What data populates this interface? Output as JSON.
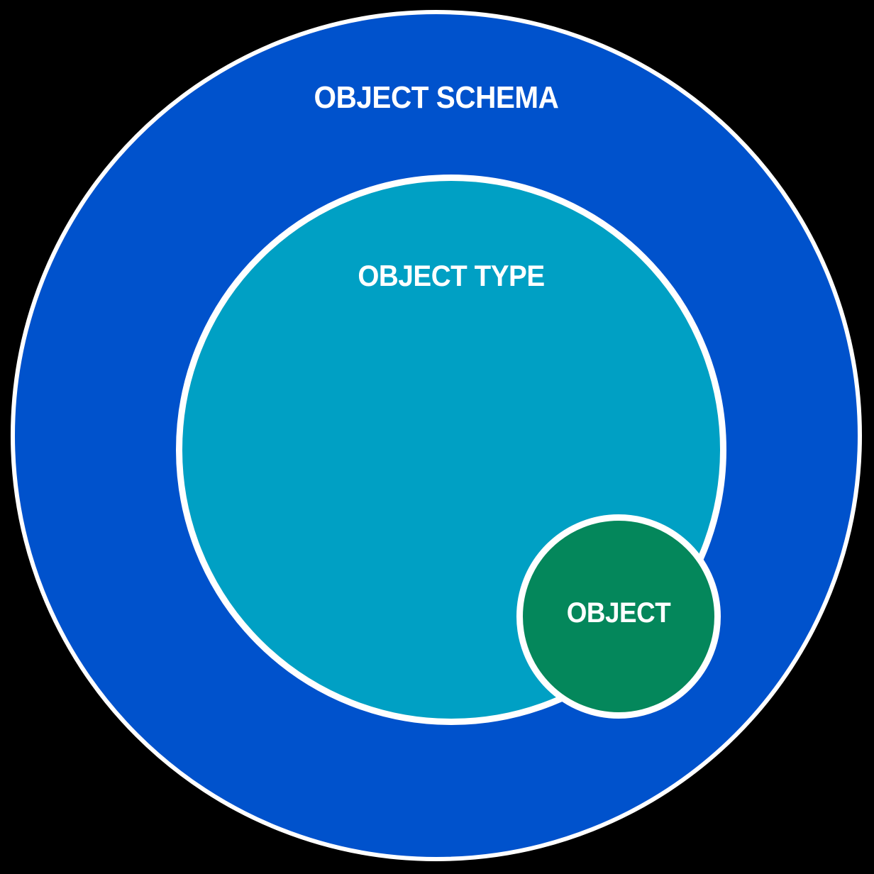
{
  "diagram": {
    "type": "concentric-circles",
    "background_color": "#000000",
    "ring_border_color": "#FFFFFF",
    "layers": [
      {
        "id": "object-schema",
        "label": "OBJECT SCHEMA",
        "color": "#0052CC",
        "level": 1
      },
      {
        "id": "object-type",
        "label": "OBJECT TYPE",
        "color": "#00A0C4",
        "level": 2
      },
      {
        "id": "object",
        "label": "OBJECT",
        "color": "#04875B",
        "level": 3
      }
    ]
  }
}
